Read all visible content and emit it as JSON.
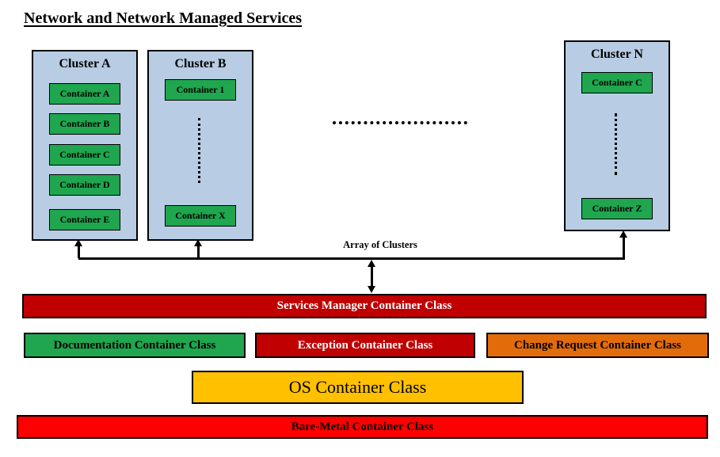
{
  "title": "Network and Network Managed Services",
  "clusters": [
    {
      "name": "Cluster A",
      "containers": [
        "Container A",
        "Container B",
        "Container C",
        "Container D",
        "Container E"
      ],
      "has_ellipsis": false
    },
    {
      "name": "Cluster B",
      "containers": [
        "Container 1",
        "Container X"
      ],
      "has_ellipsis": true
    },
    {
      "name": "Cluster N",
      "containers": [
        "Container C",
        "Container Z"
      ],
      "has_ellipsis": true
    }
  ],
  "ellipsis_between_clusters": true,
  "array_label": "Array of Clusters",
  "bars": {
    "services": {
      "label": "Services Manager Container Class",
      "bg": "#C00000",
      "fg": "#FFFFFF"
    },
    "documentation": {
      "label": "Documentation Container Class",
      "bg": "#1FA64F",
      "fg": "#000000"
    },
    "exception": {
      "label": "Exception Container Class",
      "bg": "#C00000",
      "fg": "#FFFFFF"
    },
    "change_request": {
      "label": "Change Request Container Class",
      "bg": "#E36C0A",
      "fg": "#000000"
    },
    "os": {
      "label": "OS Container Class",
      "bg": "#FFC000",
      "fg": "#000000"
    },
    "bare_metal": {
      "label": "Bare-Metal Container Class",
      "bg": "#FF0000",
      "fg": "#000000"
    }
  },
  "colors": {
    "cluster_fill": "#B8CCE4",
    "container_fill": "#1FA64F",
    "dark_red": "#C00000",
    "orange": "#E36C0A",
    "gold": "#FFC000",
    "red": "#FF0000",
    "line": "#000000"
  }
}
